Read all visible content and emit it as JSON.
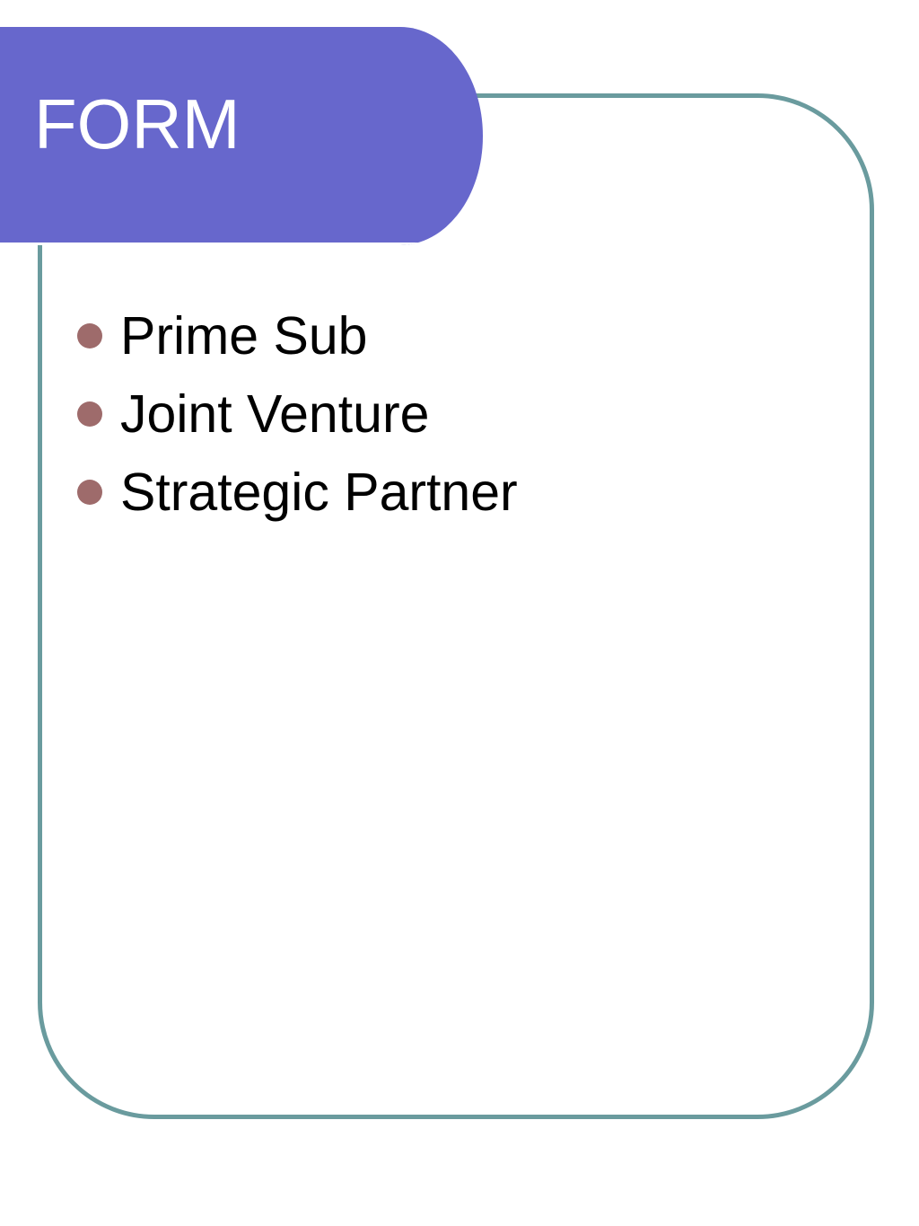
{
  "slide": {
    "title": "FORM",
    "bullets": [
      {
        "label": "Prime Sub"
      },
      {
        "label": "Joint Venture"
      },
      {
        "label": "Strategic Partner"
      }
    ]
  },
  "colors": {
    "title_band": "#6767cc",
    "title_text": "#ffffff",
    "frame_border": "#6a9b9e",
    "bullet_dot": "#9e6b6b",
    "body_text": "#000000"
  }
}
